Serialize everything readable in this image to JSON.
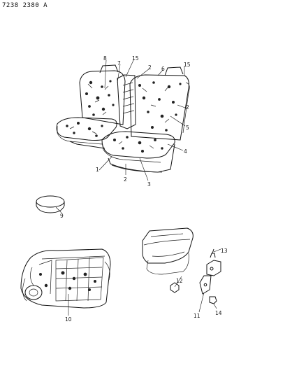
{
  "document": {
    "code": "7238 2380 A"
  },
  "callouts": [
    {
      "id": "c1",
      "text": "1"
    },
    {
      "id": "c2a",
      "text": "2"
    },
    {
      "id": "c2b",
      "text": "2"
    },
    {
      "id": "c2c",
      "text": "2"
    },
    {
      "id": "c3",
      "text": "3"
    },
    {
      "id": "c4",
      "text": "4"
    },
    {
      "id": "c5",
      "text": "5"
    },
    {
      "id": "c6",
      "text": "6"
    },
    {
      "id": "c7",
      "text": "7"
    },
    {
      "id": "c8",
      "text": "8"
    },
    {
      "id": "c9",
      "text": "9"
    },
    {
      "id": "c10",
      "text": "10"
    },
    {
      "id": "c11",
      "text": "11"
    },
    {
      "id": "c12",
      "text": "12"
    },
    {
      "id": "c13",
      "text": "13"
    },
    {
      "id": "c14",
      "text": "14"
    },
    {
      "id": "c15a",
      "text": "15"
    },
    {
      "id": "c15b",
      "text": "15"
    }
  ]
}
